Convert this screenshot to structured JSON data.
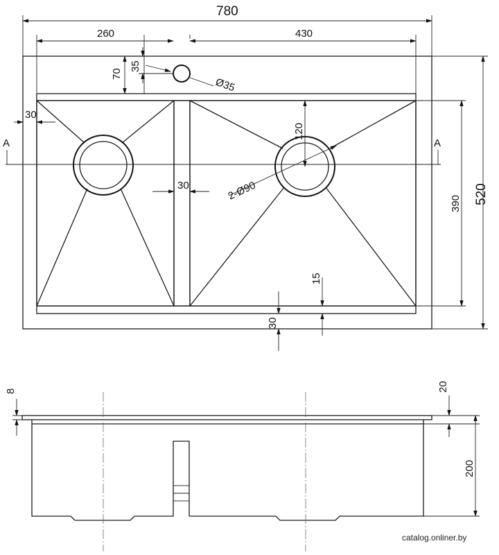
{
  "top_view": {
    "overall_width": "780",
    "overall_height": "520",
    "left_offset": "260",
    "right_offset": "430",
    "tap_offset_70": "70",
    "tap_offset_35": "35",
    "tap_hole": "Ø35",
    "edge_30_left": "30",
    "divider_30": "30",
    "drain_offset_120": "120",
    "drain_holes": "2-Ø90",
    "inner_height_390": "390",
    "bottom_15": "15",
    "bottom_30": "30",
    "section_a_left": "A",
    "section_a_right": "A"
  },
  "side_view": {
    "rim_8": "8",
    "rim_20": "20",
    "depth_200": "200"
  },
  "watermark": "catalog.onliner.by"
}
